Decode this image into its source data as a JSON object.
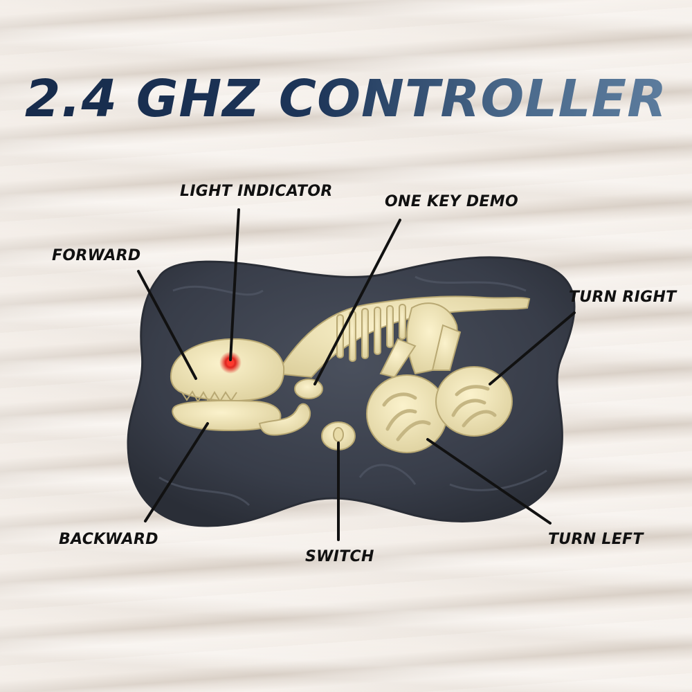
{
  "title": "2.4 GHZ CONTROLLER",
  "labels": {
    "light_indicator": "LIGHT INDICATOR",
    "one_key_demo": "ONE KEY DEMO",
    "forward": "FORWARD",
    "turn_right": "TURN RIGHT",
    "backward": "BACKWARD",
    "switch": "SWITCH",
    "turn_left": "TURN LEFT"
  },
  "colors": {
    "title_dark": "#162a4a",
    "title_light": "#5f7fa0",
    "stone": "#3d4350",
    "bone": "#efe3b6",
    "indicator": "#e0241e"
  }
}
